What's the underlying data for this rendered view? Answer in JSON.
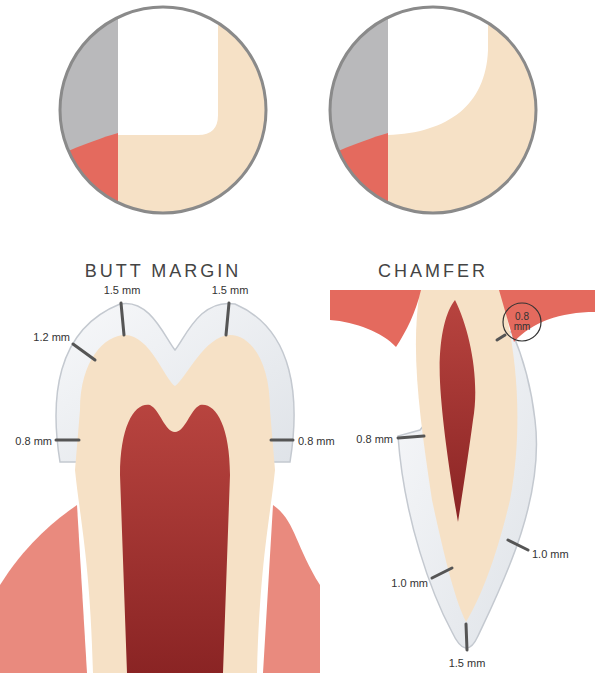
{
  "diagram": {
    "nodes": [
      {
        "text": [
          "BUTT MARGIN"
        ]
      },
      {
        "text": [
          "CHAMFER"
        ]
      },
      {
        "text": [
          "0.8 mm"
        ]
      }
    ],
    "labels": [
      "1.5 mm",
      "1.2 mm",
      "1.5 mm",
      "0.8 mm",
      "0.8 mm",
      "0.8 mm",
      "1.0 mm",
      "1.0 mm",
      "1.5 mm"
    ]
  }
}
